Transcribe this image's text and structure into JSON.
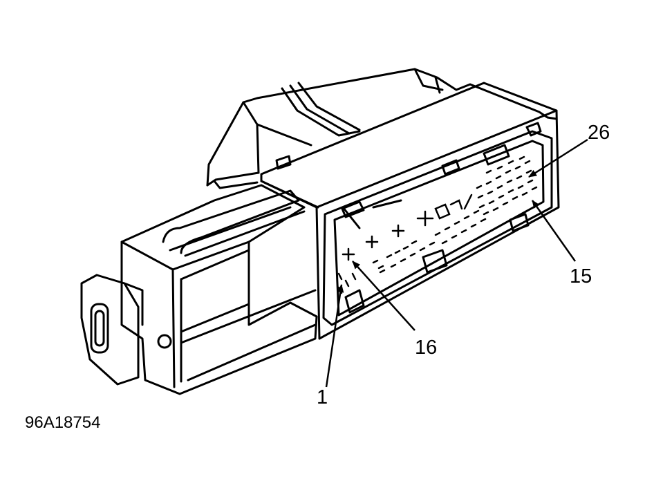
{
  "figure_id": "96A18754",
  "callouts": {
    "pin_1": "1",
    "pin_15": "15",
    "pin_16": "16",
    "pin_26": "26"
  },
  "colors": {
    "line": "#000000",
    "background": "#ffffff"
  }
}
